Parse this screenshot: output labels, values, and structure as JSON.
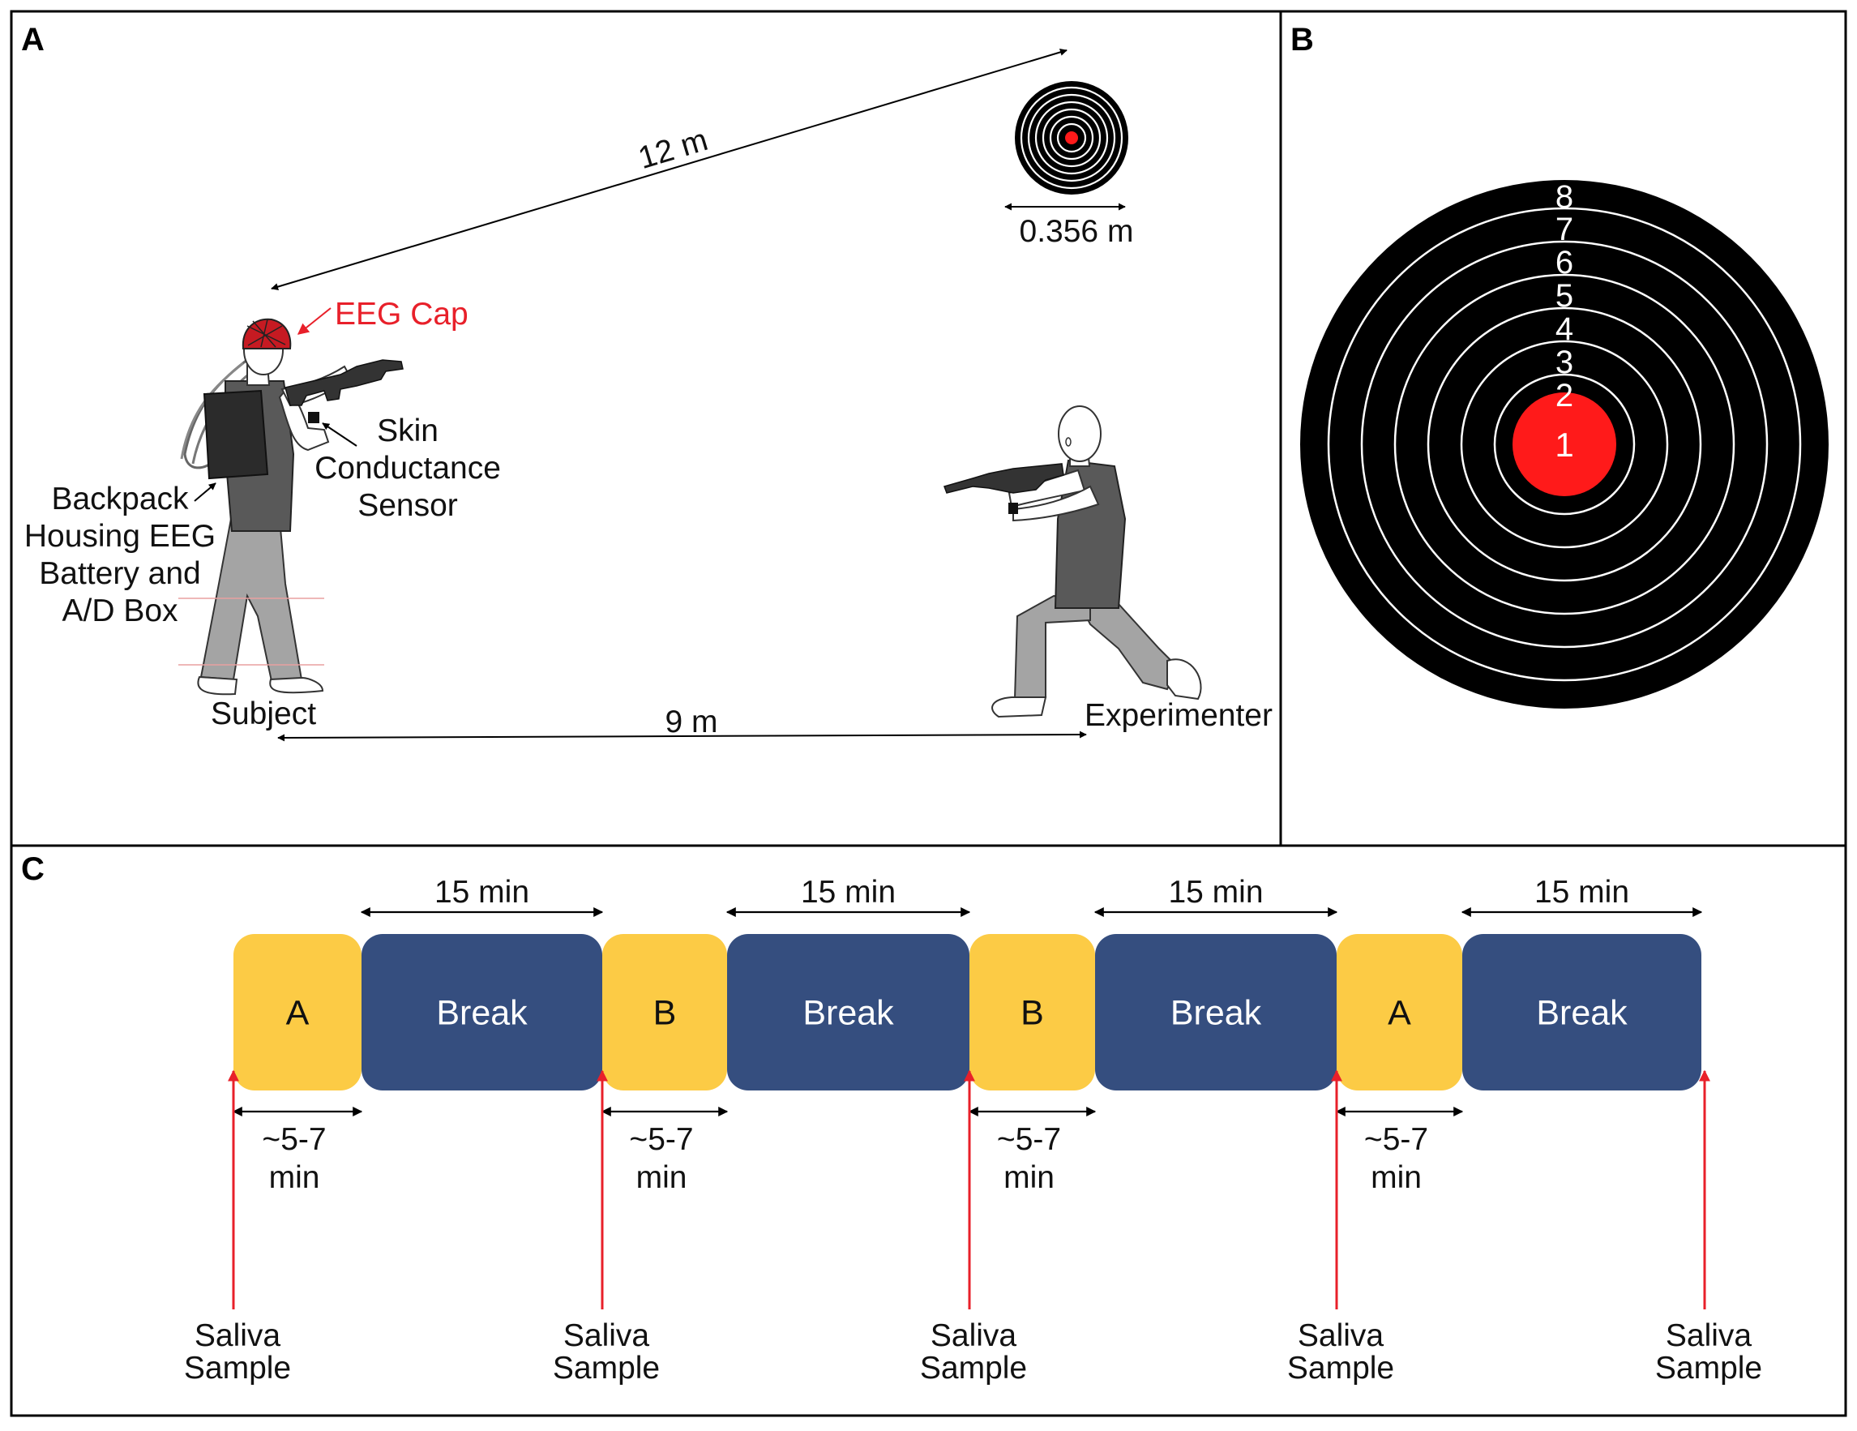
{
  "panels": {
    "a": {
      "letter": "A",
      "distance_target": "12 m",
      "target_width": "0.356 m",
      "eeg_cap": "EEG Cap",
      "skin_sensor": [
        "Skin",
        "Conductance",
        "Sensor"
      ],
      "backpack": [
        "Backpack",
        "Housing EEG",
        "Battery and",
        "A/D Box"
      ],
      "subject": "Subject",
      "experimenter": "Experimenter",
      "distance_ground": "9 m"
    },
    "b": {
      "letter": "B",
      "rings": [
        "8",
        "7",
        "6",
        "5",
        "4",
        "3",
        "2",
        "1"
      ]
    },
    "c": {
      "letter": "C",
      "blocks": [
        "A",
        "Break",
        "B",
        "Break",
        "B",
        "Break",
        "A",
        "Break"
      ],
      "break_duration": "15 min",
      "session_duration": [
        "~5-7",
        "min"
      ],
      "saliva": [
        "Saliva",
        "Sample"
      ]
    }
  },
  "colors": {
    "eeg_red": "#e8202a",
    "bullseye_red": "#ff1a1a",
    "session_yellow": "#fccb45",
    "break_blue": "#354e7f",
    "target_black": "#000000",
    "arrow_red": "#e8202a"
  }
}
